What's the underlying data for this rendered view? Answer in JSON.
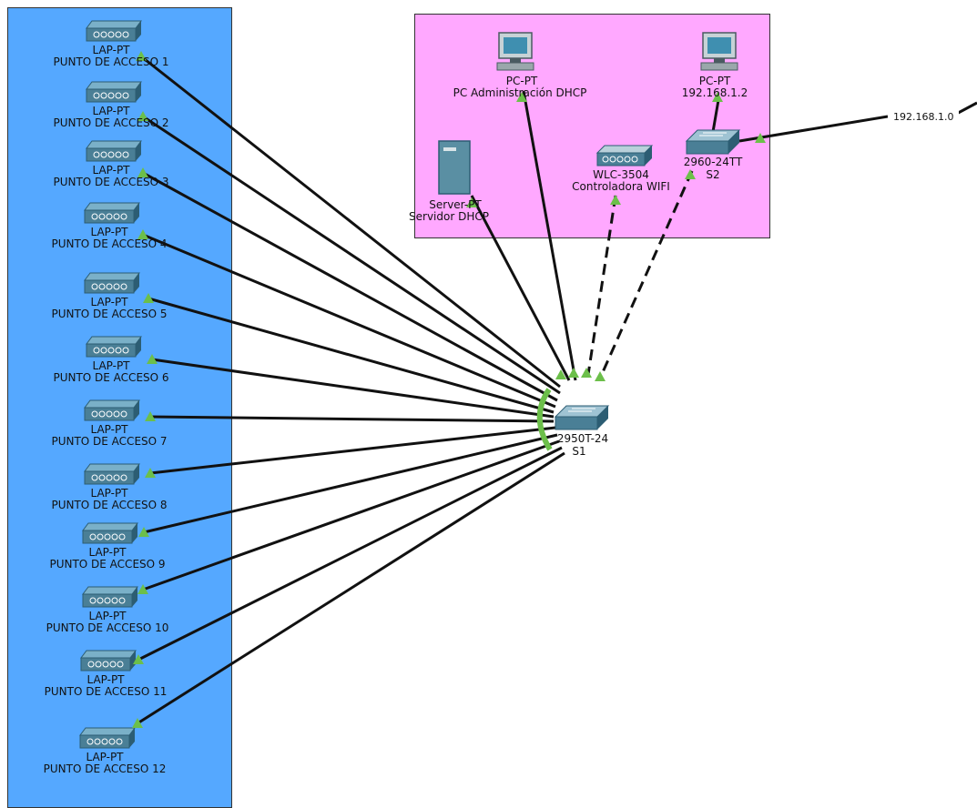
{
  "colors": {
    "left_zone": "#55a8ff",
    "top_zone": "#ffa8ff",
    "link": "#111111",
    "port_up": "#6cbf4a",
    "device_body": "#4a7f96",
    "device_side": "#2c5d73"
  },
  "access_points": [
    {
      "model": "LAP-PT",
      "name": "PUNTO DE ACCESO 1"
    },
    {
      "model": "LAP-PT",
      "name": "PUNTO DE ACCESO 2"
    },
    {
      "model": "LAP-PT",
      "name": "PUNTO DE ACCESO 3"
    },
    {
      "model": "LAP-PT",
      "name": "PUNTO DE ACCESO 4"
    },
    {
      "model": "LAP-PT",
      "name": "PUNTO DE ACCESO 5"
    },
    {
      "model": "LAP-PT",
      "name": "PUNTO DE ACCESO 6"
    },
    {
      "model": "LAP-PT",
      "name": "PUNTO DE ACCESO 7"
    },
    {
      "model": "LAP-PT",
      "name": "PUNTO DE ACCESO 8"
    },
    {
      "model": "LAP-PT",
      "name": "PUNTO DE ACCESO 9"
    },
    {
      "model": "LAP-PT",
      "name": "PUNTO DE ACCESO 10"
    },
    {
      "model": "LAP-PT",
      "name": "PUNTO DE ACCESO 11"
    },
    {
      "model": "LAP-PT",
      "name": "PUNTO DE ACCESO 12"
    }
  ],
  "devices": {
    "pc_admin": {
      "model": "PC-PT",
      "name": "PC Administración DHCP"
    },
    "pc2": {
      "model": "PC-PT",
      "name": "192.168.1.2"
    },
    "server": {
      "model": "Server-PT",
      "name": "Servidor DHCP"
    },
    "wlc": {
      "model": "WLC-3504",
      "name": "Controladora WIFI"
    },
    "s2": {
      "model": "2960-24TT",
      "name": "S2"
    },
    "s1": {
      "model": "2950T-24",
      "name": "S1"
    }
  },
  "network_label": "192.168.1.0"
}
